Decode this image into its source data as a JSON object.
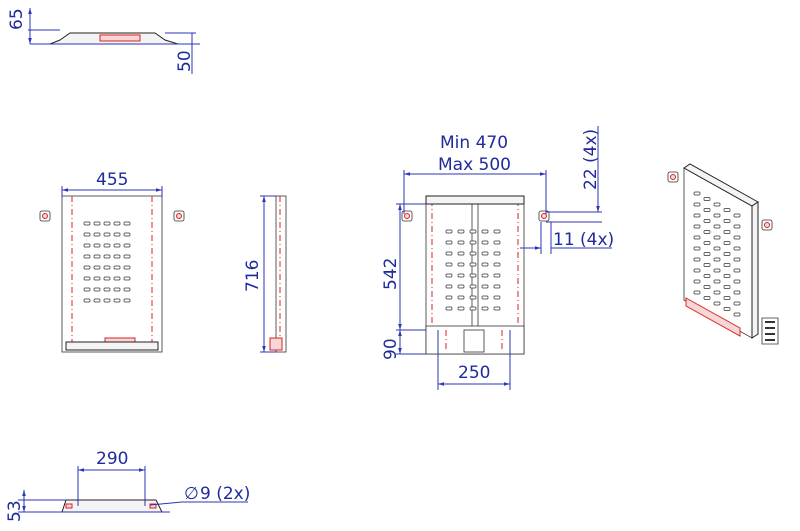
{
  "dimensions": {
    "top_view_height": "65",
    "top_view_depth": "50",
    "front_width": "455",
    "side_height": "716",
    "adjust_min": "Min 470",
    "adjust_max": "Max 500",
    "bracket_height": "22 (4x)",
    "bracket_width": "11 (4x)",
    "inner_height": "542",
    "bottom_height": "90",
    "bottom_width": "250",
    "hole_spacing": "290",
    "hole_diameter": "9 (2x)",
    "base_height": "53"
  },
  "symbols": {
    "diameter": "∅"
  }
}
